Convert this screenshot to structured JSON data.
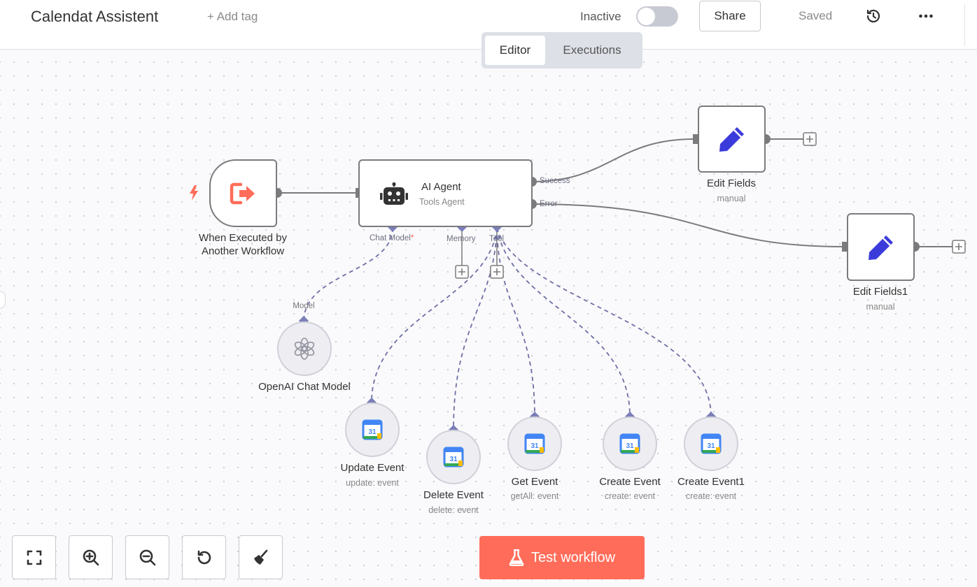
{
  "header": {
    "title": "Calendat Assistent",
    "add_tag": "+ Add tag",
    "status": "Inactive",
    "active": false,
    "share": "Share",
    "saved": "Saved"
  },
  "modes": {
    "editor": "Editor",
    "executions": "Executions",
    "selected": "Editor"
  },
  "nodes": {
    "trigger": {
      "title_line1": "When Executed by",
      "title_line2": "Another Workflow"
    },
    "agent": {
      "title": "AI Agent",
      "subtitle": "Tools Agent",
      "outputs": {
        "success": "Success",
        "error": "Error"
      },
      "inputs": {
        "chat_model": "Chat Model",
        "required_mark": "*",
        "memory": "Memory",
        "tool": "Tool"
      }
    },
    "edit_fields": {
      "title": "Edit Fields",
      "subtitle": "manual"
    },
    "edit_fields1": {
      "title": "Edit Fields1",
      "subtitle": "manual"
    },
    "openai": {
      "title": "OpenAI Chat Model",
      "connection_label": "Model"
    },
    "tools": [
      {
        "title": "Update Event",
        "subtitle": "update: event"
      },
      {
        "title": "Delete Event",
        "subtitle": "delete: event"
      },
      {
        "title": "Get Event",
        "subtitle": "getAll: event"
      },
      {
        "title": "Create Event",
        "subtitle": "create: event"
      },
      {
        "title": "Create Event1",
        "subtitle": "create: event"
      }
    ],
    "calendar_icon_text": "31"
  },
  "toolbar": {
    "fit_view": "fit-view-icon",
    "zoom_in": "zoom-in-icon",
    "zoom_out": "zoom-out-icon",
    "reset_zoom": "reset-zoom-icon",
    "tidy_up": "broom-icon"
  },
  "test_button": {
    "label": "Test workflow"
  },
  "colors": {
    "accent": "#ff6d5a",
    "node_border": "#7b7b7d",
    "connection_dashed": "#6e6fa6",
    "edit_icon": "#3b3bdb"
  }
}
